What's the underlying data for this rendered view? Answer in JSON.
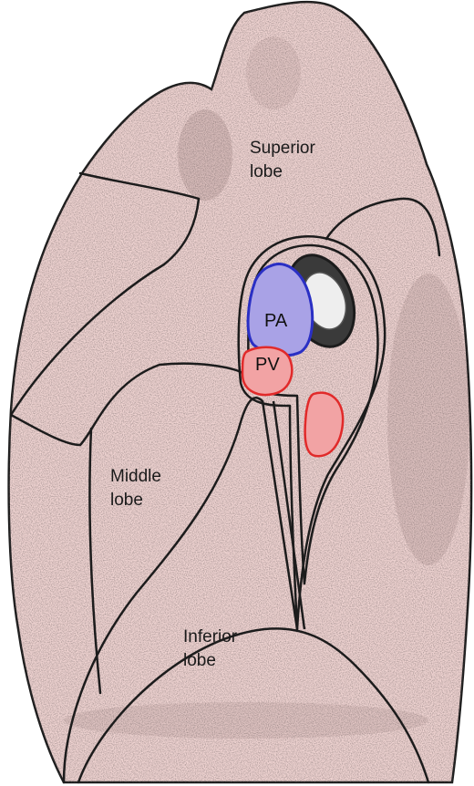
{
  "labels": {
    "superior_lobe": [
      "Superior",
      "lobe"
    ],
    "middle_lobe": [
      "Middle",
      "lobe"
    ],
    "inferior_lobe": [
      "Inferior",
      "lobe"
    ],
    "pa": "PA",
    "pv": "PV"
  },
  "colors": {
    "lung_fill": "#efd3d1",
    "outline": "#1c1c1c",
    "pulmonary_artery": "#a9a2e6",
    "pulmonary_artery_border": "#2a2fc4",
    "pulmonary_vein": "#f2a3a4",
    "pulmonary_vein_border": "#e12a2a",
    "bronchus": "#3a3a3a"
  }
}
